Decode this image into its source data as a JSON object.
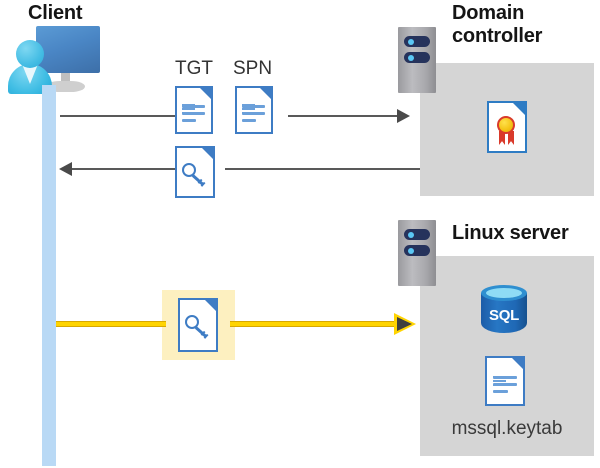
{
  "diagram": {
    "title": "Kerberos authentication flow: Client, Domain controller, Linux server",
    "background": "#ffffff",
    "colors": {
      "panel_gray": "#d5d5d5",
      "lifeline_blue": "#b9d9f5",
      "arrow_gray": "#595959",
      "arrow_yellow": "#ffd400",
      "highlight_yellow": "#fdf0c0",
      "doc_blue": "#3e7cc4",
      "sql_blue": "#1f68b5",
      "seal_red": "#d93a2b",
      "seal_gold": "#f5c518"
    }
  },
  "actors": {
    "client": {
      "label": "Client",
      "icon": "user-workstation-icon"
    },
    "domain_controller": {
      "label": "Domain\ncontroller",
      "label_line1": "Domain",
      "label_line2": "controller",
      "icon": "server-rack-icon",
      "contents": [
        {
          "name": "certificate-document-icon",
          "label": ""
        }
      ]
    },
    "linux_server": {
      "label": "Linux server",
      "icon": "server-rack-icon",
      "contents": [
        {
          "name": "sql-database-icon",
          "label": "SQL"
        },
        {
          "name": "keytab-document-icon",
          "label": "mssql.keytab"
        }
      ]
    }
  },
  "messages": [
    {
      "id": "request",
      "direction": "right",
      "from": "client",
      "to": "domain_controller",
      "artifacts": [
        {
          "label": "TGT",
          "icon": "text-document-icon"
        },
        {
          "label": "SPN",
          "icon": "text-document-icon"
        }
      ]
    },
    {
      "id": "response",
      "direction": "left",
      "from": "domain_controller",
      "to": "client",
      "artifacts": [
        {
          "label": "",
          "icon": "key-document-icon"
        }
      ]
    },
    {
      "id": "service-ticket",
      "direction": "right",
      "from": "client",
      "to": "linux_server",
      "highlighted": true,
      "artifacts": [
        {
          "label": "",
          "icon": "key-document-icon"
        }
      ]
    }
  ],
  "labels": {
    "tgt": "TGT",
    "spn": "SPN",
    "sql": "SQL",
    "keytab_file": "mssql.keytab"
  }
}
